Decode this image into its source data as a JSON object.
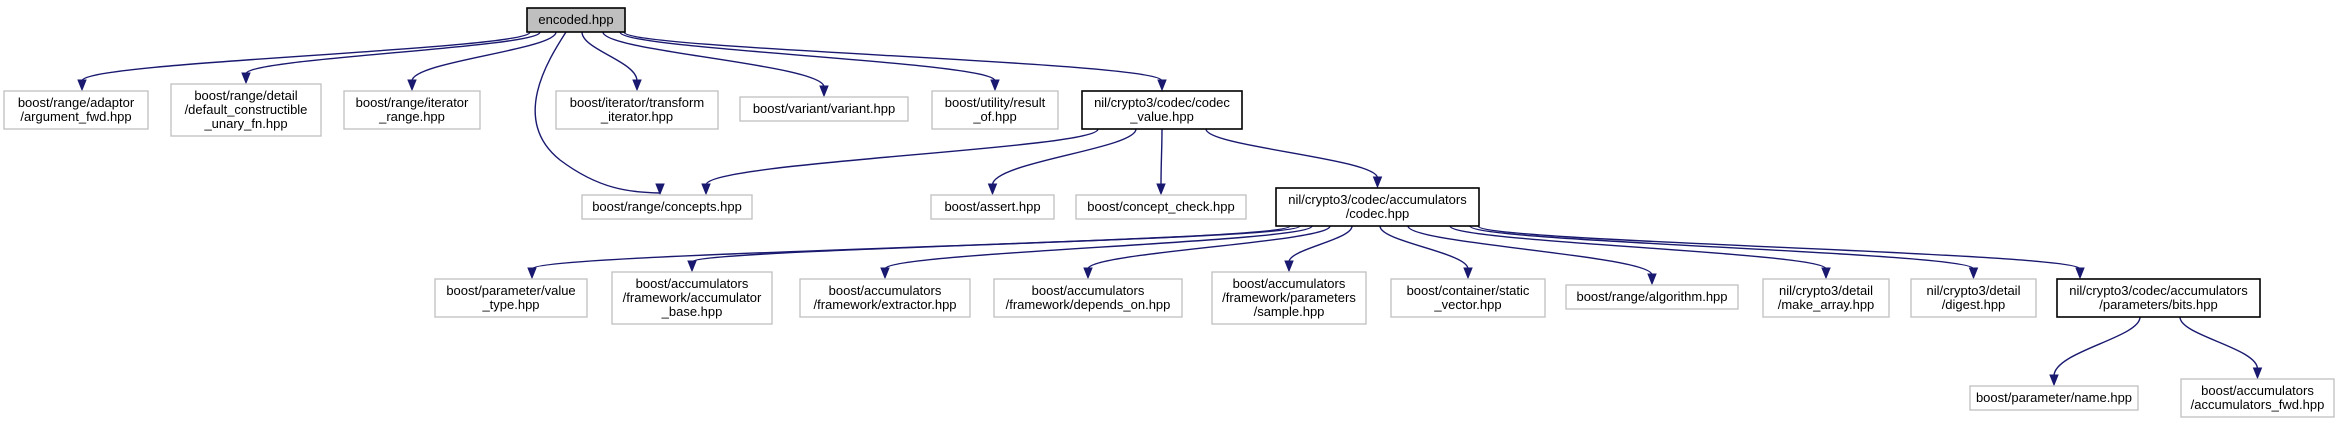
{
  "diagram": {
    "nodes": [
      {
        "id": "encoded",
        "lines": [
          "encoded.hpp"
        ],
        "style": "root"
      },
      {
        "id": "argument_fwd",
        "lines": [
          "boost/range/adaptor",
          "/argument_fwd.hpp"
        ],
        "style": "gray"
      },
      {
        "id": "default_constructible",
        "lines": [
          "boost/range/detail",
          "/default_constructible",
          "_unary_fn.hpp"
        ],
        "style": "gray"
      },
      {
        "id": "iterator_range",
        "lines": [
          "boost/range/iterator",
          "_range.hpp"
        ],
        "style": "gray"
      },
      {
        "id": "transform_iterator",
        "lines": [
          "boost/iterator/transform",
          "_iterator.hpp"
        ],
        "style": "gray"
      },
      {
        "id": "variant",
        "lines": [
          "boost/variant/variant.hpp"
        ],
        "style": "gray"
      },
      {
        "id": "result_of",
        "lines": [
          "boost/utility/result",
          "_of.hpp"
        ],
        "style": "gray"
      },
      {
        "id": "codec_value",
        "lines": [
          "nil/crypto3/codec/codec",
          "_value.hpp"
        ],
        "style": "black"
      },
      {
        "id": "concepts",
        "lines": [
          "boost/range/concepts.hpp"
        ],
        "style": "gray"
      },
      {
        "id": "assert",
        "lines": [
          "boost/assert.hpp"
        ],
        "style": "gray"
      },
      {
        "id": "concept_check",
        "lines": [
          "boost/concept_check.hpp"
        ],
        "style": "gray"
      },
      {
        "id": "acc_codec",
        "lines": [
          "nil/crypto3/codec/accumulators",
          "/codec.hpp"
        ],
        "style": "black"
      },
      {
        "id": "value_type",
        "lines": [
          "boost/parameter/value",
          "_type.hpp"
        ],
        "style": "gray"
      },
      {
        "id": "accumulator_base",
        "lines": [
          "boost/accumulators",
          "/framework/accumulator",
          "_base.hpp"
        ],
        "style": "gray"
      },
      {
        "id": "extractor",
        "lines": [
          "boost/accumulators",
          "/framework/extractor.hpp"
        ],
        "style": "gray"
      },
      {
        "id": "depends_on",
        "lines": [
          "boost/accumulators",
          "/framework/depends_on.hpp"
        ],
        "style": "gray"
      },
      {
        "id": "sample",
        "lines": [
          "boost/accumulators",
          "/framework/parameters",
          "/sample.hpp"
        ],
        "style": "gray"
      },
      {
        "id": "static_vector",
        "lines": [
          "boost/container/static",
          "_vector.hpp"
        ],
        "style": "gray"
      },
      {
        "id": "algorithm",
        "lines": [
          "boost/range/algorithm.hpp"
        ],
        "style": "gray"
      },
      {
        "id": "make_array",
        "lines": [
          "nil/crypto3/detail",
          "/make_array.hpp"
        ],
        "style": "gray"
      },
      {
        "id": "digest",
        "lines": [
          "nil/crypto3/detail",
          "/digest.hpp"
        ],
        "style": "gray"
      },
      {
        "id": "bits",
        "lines": [
          "nil/crypto3/codec/accumulators",
          "/parameters/bits.hpp"
        ],
        "style": "black"
      },
      {
        "id": "name",
        "lines": [
          "boost/parameter/name.hpp"
        ],
        "style": "gray"
      },
      {
        "id": "accumulators_fwd",
        "lines": [
          "boost/accumulators",
          "/accumulators_fwd.hpp"
        ],
        "style": "gray"
      }
    ],
    "edges": [
      {
        "from": "encoded",
        "to": "argument_fwd"
      },
      {
        "from": "encoded",
        "to": "default_constructible"
      },
      {
        "from": "encoded",
        "to": "iterator_range"
      },
      {
        "from": "encoded",
        "to": "transform_iterator"
      },
      {
        "from": "encoded",
        "to": "variant"
      },
      {
        "from": "encoded",
        "to": "result_of"
      },
      {
        "from": "encoded",
        "to": "codec_value"
      },
      {
        "from": "encoded",
        "to": "concepts"
      },
      {
        "from": "codec_value",
        "to": "concepts"
      },
      {
        "from": "codec_value",
        "to": "assert"
      },
      {
        "from": "codec_value",
        "to": "concept_check"
      },
      {
        "from": "codec_value",
        "to": "acc_codec"
      },
      {
        "from": "acc_codec",
        "to": "value_type"
      },
      {
        "from": "acc_codec",
        "to": "accumulator_base"
      },
      {
        "from": "acc_codec",
        "to": "extractor"
      },
      {
        "from": "acc_codec",
        "to": "depends_on"
      },
      {
        "from": "acc_codec",
        "to": "sample"
      },
      {
        "from": "acc_codec",
        "to": "static_vector"
      },
      {
        "from": "acc_codec",
        "to": "algorithm"
      },
      {
        "from": "acc_codec",
        "to": "make_array"
      },
      {
        "from": "acc_codec",
        "to": "digest"
      },
      {
        "from": "acc_codec",
        "to": "bits"
      },
      {
        "from": "bits",
        "to": "name"
      },
      {
        "from": "bits",
        "to": "accumulators_fwd"
      }
    ],
    "colors": {
      "edge": "#191970",
      "node_border_gray": "#bfbfbf",
      "node_border_black": "#000000",
      "root_fill": "#bfbfbf"
    }
  }
}
